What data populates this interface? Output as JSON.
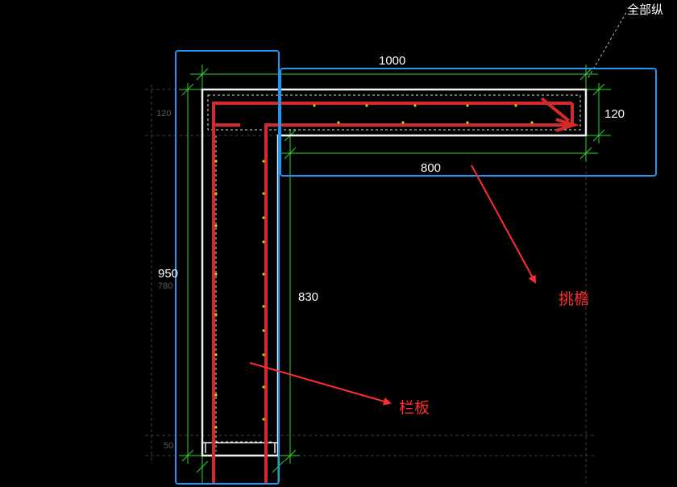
{
  "labels": {
    "top_note": "全部纵",
    "dim_width_total": "1000",
    "dim_width_inner": "800",
    "dim_thickness_slab": "120",
    "dim_thickness_slab_faint": "120",
    "dim_height_total": "950",
    "dim_height_faint": "780",
    "dim_height_inner": "830",
    "dim_bottom_faint": "50",
    "annotation_eave": "挑檐",
    "annotation_parapet": "栏板"
  },
  "colors": {
    "background": "#000000",
    "outline": "#f0f0f0",
    "rebar": "#d42a2a",
    "dimension": "#2fd62f",
    "highlight": "#2196f3",
    "annotation": "#ff2d2d",
    "rebar_dots": "#d8c22a",
    "gridline": "#3c3c3c"
  }
}
